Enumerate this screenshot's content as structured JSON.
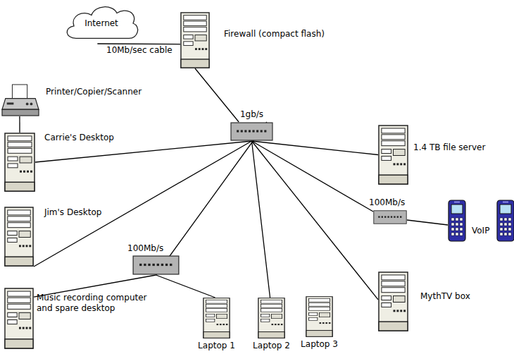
{
  "diagram": {
    "nodes": [
      {
        "text": [
          "Internet"
        ]
      },
      {
        "text": [
          "Firewall (compact flash)"
        ]
      },
      {
        "text": [
          "Printer/Copier/Scanner"
        ]
      },
      {
        "text": [
          "Carrie's Desktop"
        ]
      },
      {
        "text": [
          "1gb/s"
        ]
      },
      {
        "text": [
          "1.4 TB file server"
        ]
      },
      {
        "text": [
          "Jim's Desktop"
        ]
      },
      {
        "text": [
          "100Mb/s"
        ]
      },
      {
        "text": [
          "VoIP"
        ]
      },
      {
        "text": [
          "100Mb/s"
        ]
      },
      {
        "text": [
          "Music recording computer and spare desktop"
        ]
      },
      {
        "text": [
          "Laptop 1"
        ]
      },
      {
        "text": [
          "Laptop 2"
        ]
      },
      {
        "text": [
          "Laptop 3"
        ]
      },
      {
        "text": [
          "MythTV box"
        ]
      }
    ],
    "edges": [
      {
        "from": 0,
        "to": 1,
        "arrow": "none",
        "label": "10Mb/sec cable"
      },
      {
        "from": 1,
        "to": 4,
        "arrow": "none"
      },
      {
        "from": 2,
        "to": 3,
        "arrow": "none"
      },
      {
        "from": 3,
        "to": 4,
        "arrow": "none"
      },
      {
        "from": 4,
        "to": 5,
        "arrow": "none"
      },
      {
        "from": 6,
        "to": 4,
        "arrow": "none"
      },
      {
        "from": 4,
        "to": 7,
        "arrow": "none"
      },
      {
        "from": 7,
        "to": 8,
        "arrow": "none"
      },
      {
        "from": 4,
        "to": 9,
        "arrow": "none"
      },
      {
        "from": 9,
        "to": 10,
        "arrow": "none"
      },
      {
        "from": 9,
        "to": 11,
        "arrow": "none"
      },
      {
        "from": 4,
        "to": 12,
        "arrow": "none"
      },
      {
        "from": 4,
        "to": 14,
        "arrow": "none"
      }
    ]
  }
}
